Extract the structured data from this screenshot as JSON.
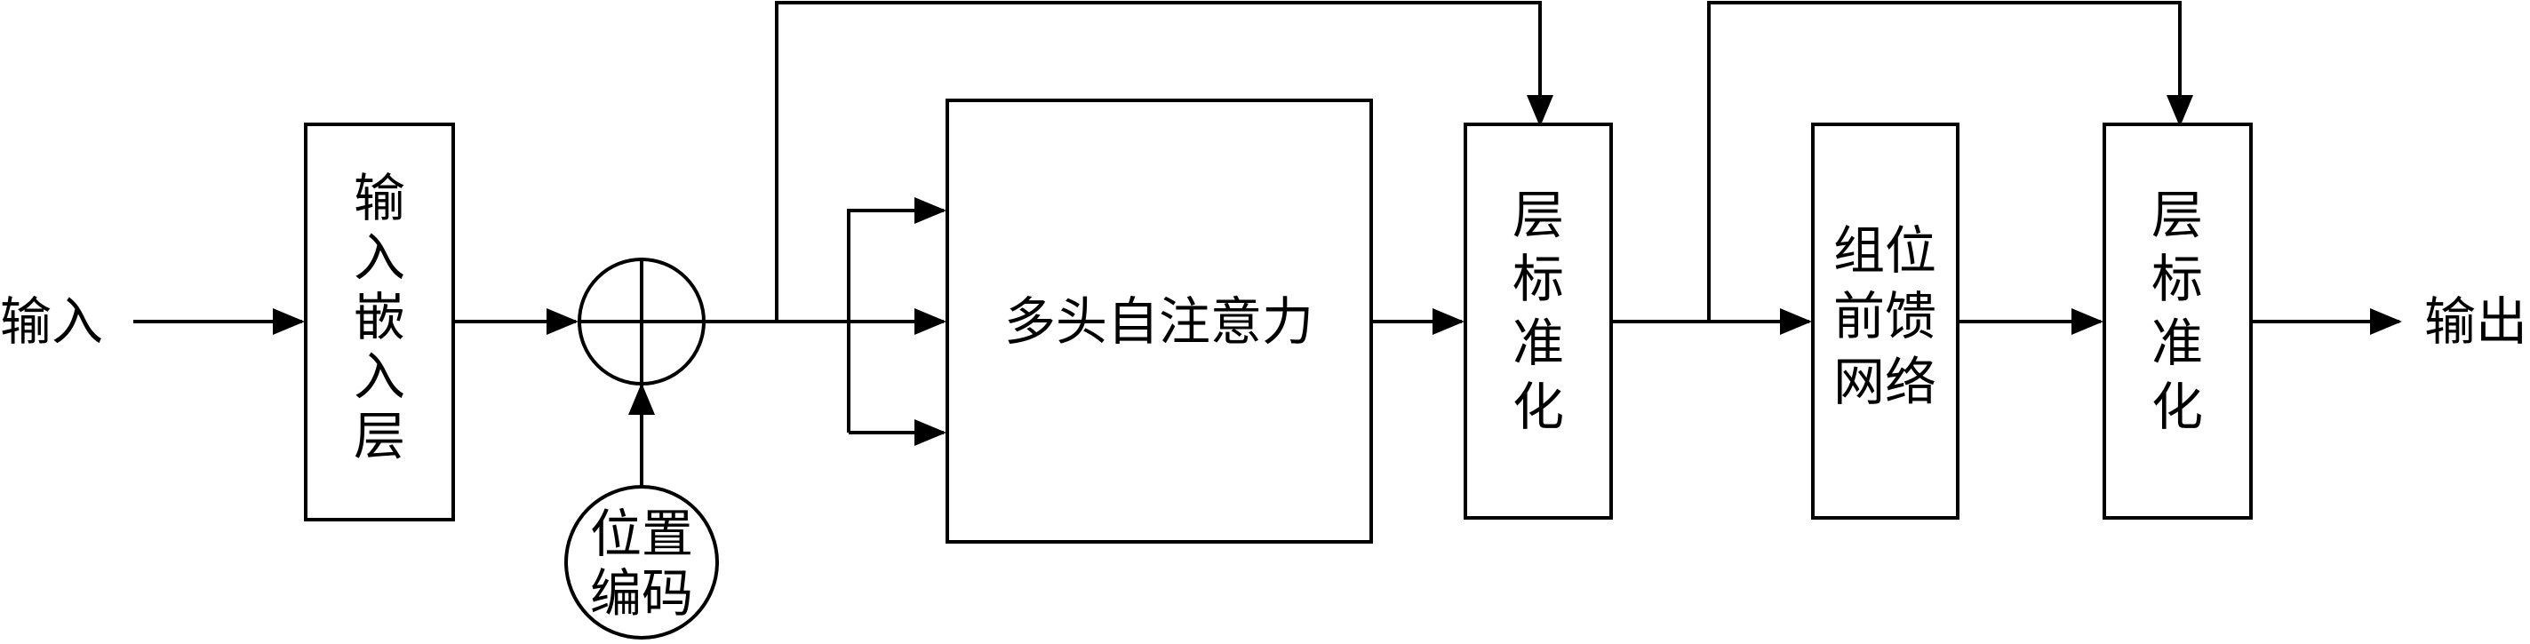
{
  "labels": {
    "input": "输入",
    "output": "输出",
    "input_embedding": [
      "输",
      "入",
      "嵌",
      "入",
      "层"
    ],
    "positional_encoding": [
      "位置",
      "编码"
    ],
    "multi_head_attention": "多头自注意力",
    "layer_norm_1": [
      "层",
      "标",
      "准",
      "化"
    ],
    "ffn": [
      "组位",
      "前馈",
      "网络"
    ],
    "layer_norm_2": [
      "层",
      "标",
      "准",
      "化"
    ]
  }
}
